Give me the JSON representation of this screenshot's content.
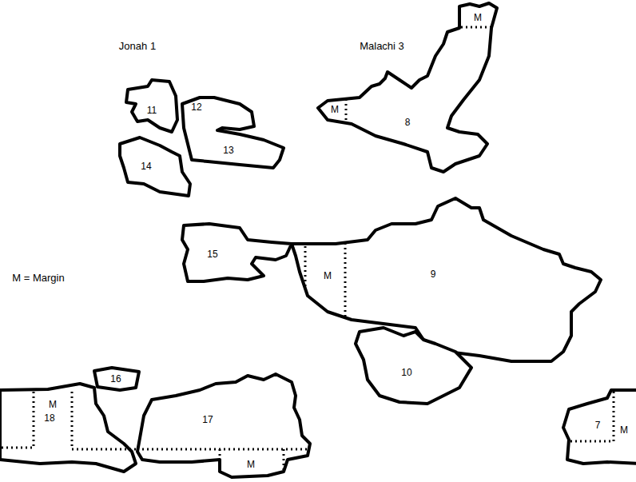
{
  "diagram": {
    "nodes": [
      {
        "text": [
          "11"
        ]
      },
      {
        "text": [
          "12",
          "13"
        ]
      },
      {
        "text": [
          "14"
        ]
      },
      {
        "text": [
          "M",
          "M",
          "8"
        ]
      },
      {
        "text": [
          "15"
        ]
      },
      {
        "text": [
          "M",
          "9"
        ]
      },
      {
        "text": [
          "10"
        ]
      },
      {
        "text": [
          "16"
        ]
      },
      {
        "text": [
          "M",
          "18"
        ]
      },
      {
        "text": [
          "17",
          "M"
        ]
      },
      {
        "text": [
          "7",
          "M"
        ]
      }
    ],
    "labels": [
      "Jonah 1",
      "Malachi 3",
      "M = Margin"
    ]
  }
}
